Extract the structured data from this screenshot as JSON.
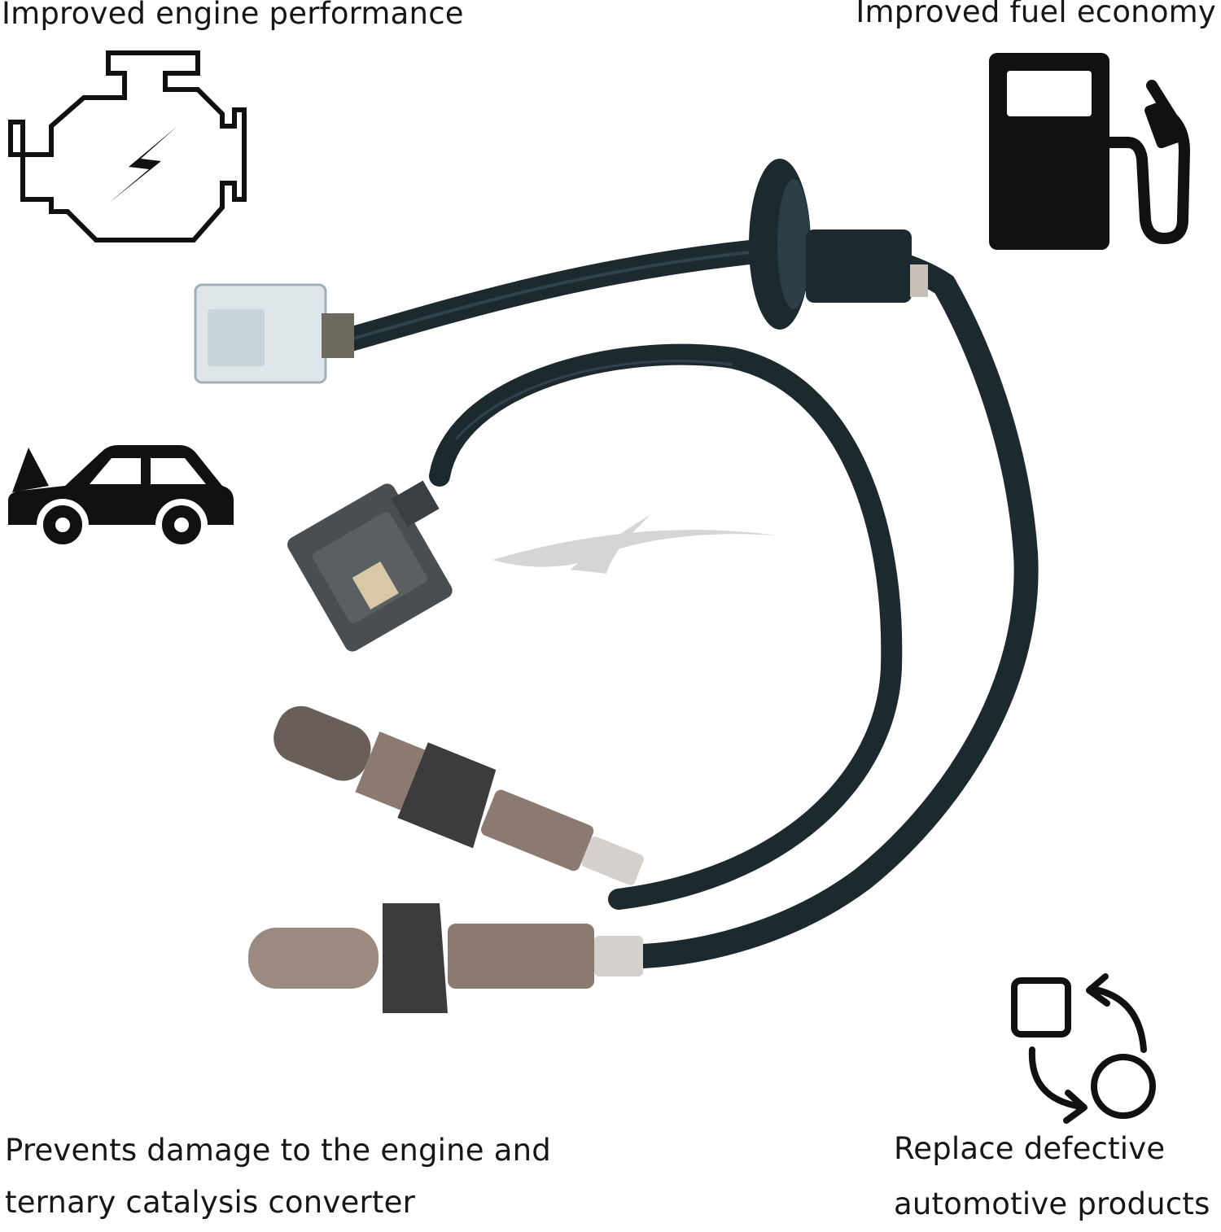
{
  "features": {
    "top_left": {
      "text": "Improved engine performance",
      "icon": "engine-icon"
    },
    "top_right": {
      "text": "Improved fuel economy",
      "icon": "fuel-pump-icon"
    },
    "bottom_left": {
      "lines": [
        "Prevents damage to the engine and",
        "ternary catalysis converter"
      ],
      "icon": "car-hood-open-icon"
    },
    "bottom_right": {
      "lines": [
        "Replace defective",
        "automotive products"
      ],
      "icon": "replace-cycle-icon"
    }
  },
  "colors": {
    "cable": "#1c2a30",
    "connector_white": "#dfe6ea",
    "connector_gray": "#4a4e50",
    "sensor_metal": "#8a7a70",
    "icon": "#111111"
  }
}
